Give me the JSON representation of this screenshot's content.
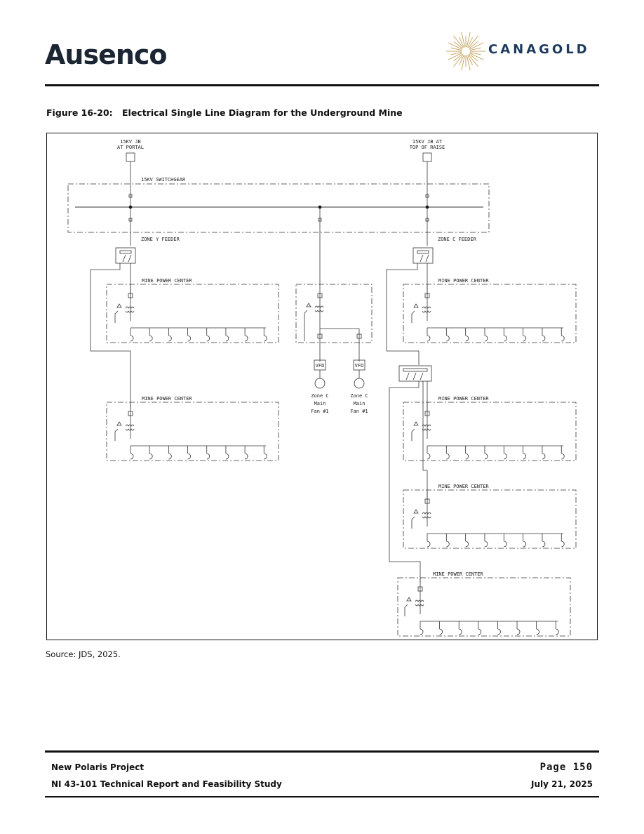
{
  "header": {
    "left_logo": "Ausenco",
    "right_logo": "CANAGOLD"
  },
  "figure": {
    "number": "Figure 16-20:",
    "title": "Electrical Single Line Diagram for the Underground Mine",
    "source": "Source: JDS, 2025."
  },
  "diagram": {
    "jb_left": [
      "15KV JB",
      "AT PORTAL"
    ],
    "jb_right": [
      "15KV JB AT",
      "TOP OF RAISE"
    ],
    "switchgear": "15KV SWITCHGEAR",
    "feeder_left": "ZONE Y FEEDER",
    "feeder_right": "ZONE C FEEDER",
    "mpc_label": "MINE POWER CENTER",
    "vfd_label": "VFD",
    "fan1": [
      "Zone C",
      "Main",
      "Fan #1"
    ],
    "fan2": [
      "Zone C",
      "Main",
      "Fan #1"
    ]
  },
  "footer": {
    "project": "New Polaris Project",
    "report": "NI 43-101 Technical Report and Feasibility Study",
    "page": "Page 150",
    "date": "July 21, 2025"
  },
  "colors": {
    "line": "#111111",
    "diagram_line": "#333333",
    "brand_dark": "#1c2533",
    "canagold_blue": "#1b3a5c",
    "canagold_gold": "#c9a86a"
  }
}
